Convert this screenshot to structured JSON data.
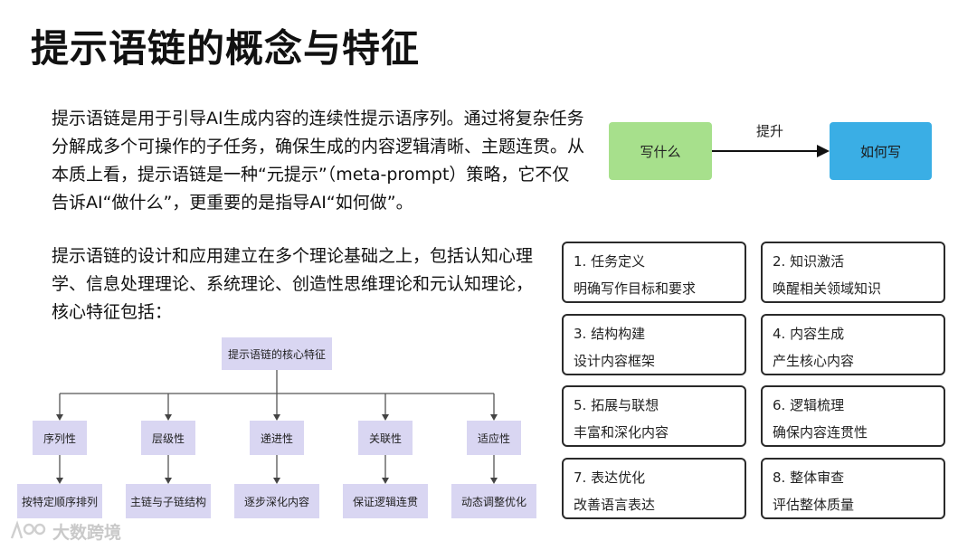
{
  "title": "提示语链的概念与特征",
  "paragraphs": {
    "p1": "提示语链是用于引导AI生成内容的连续性提示语序列。通过将复杂任务分解成多个可操作的子任务，确保生成的内容逻辑清晰、主题连贯。从本质上看，提示语链是一种“元提示”（meta-prompt）策略，它不仅告诉AI“做什么”，更重要的是指导AI“如何做”。",
    "p2": "提示语链的设计和应用建立在多个理论基础之上，包括认知心理学、信息处理理论、系统理论、创造性思维理论和元认知理论，核心特征包括："
  },
  "flow": {
    "from": "写什么",
    "to": "如何写",
    "edge_label": "提升",
    "colors": {
      "from": "#a7e08c",
      "to": "#3aaee5"
    }
  },
  "tree": {
    "root": "提示语链的核心特征",
    "branches": [
      {
        "feature": "序列性",
        "detail": "按特定顺序排列"
      },
      {
        "feature": "层级性",
        "detail": "主链与子链结构"
      },
      {
        "feature": "递进性",
        "detail": "逐步深化内容"
      },
      {
        "feature": "关联性",
        "detail": "保证逻辑连贯"
      },
      {
        "feature": "适应性",
        "detail": "动态调整优化"
      }
    ],
    "node_color": "#d9d6f2"
  },
  "cards": [
    {
      "title": "1. 任务定义",
      "desc": "明确写作目标和要求"
    },
    {
      "title": "2. 知识激活",
      "desc": "唤醒相关领域知识"
    },
    {
      "title": "3. 结构构建",
      "desc": "设计内容框架"
    },
    {
      "title": "4. 内容生成",
      "desc": "产生核心内容"
    },
    {
      "title": "5. 拓展与联想",
      "desc": "丰富和深化内容"
    },
    {
      "title": "6. 逻辑梳理",
      "desc": "确保内容连贯性"
    },
    {
      "title": "7. 表达优化",
      "desc": "改善语言表达"
    },
    {
      "title": "8. 整体审查",
      "desc": "评估整体质量"
    }
  ],
  "watermark": "大数跨境"
}
